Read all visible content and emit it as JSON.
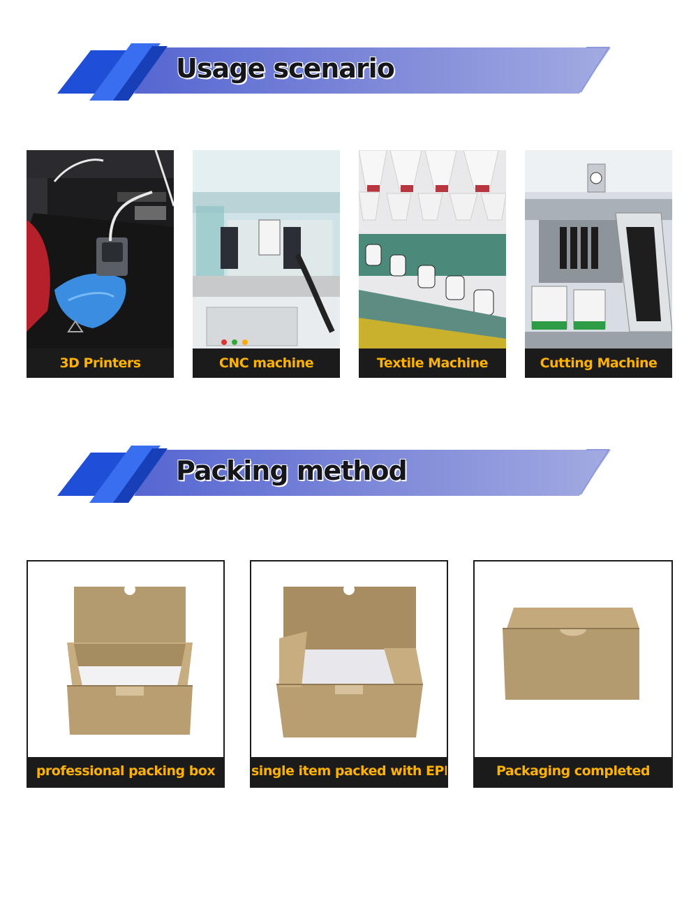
{
  "sections": {
    "usage": {
      "title": "Usage scenario"
    },
    "packing": {
      "title": "Packing method"
    }
  },
  "usage_scenarios": [
    {
      "caption": "3D Printers",
      "icon": "3d-printer-photo"
    },
    {
      "caption": "CNC  machine",
      "icon": "cnc-machine-photo"
    },
    {
      "caption": "Textile Machine",
      "icon": "textile-machine-photo"
    },
    {
      "caption": "Cutting Machine",
      "icon": "cutting-machine-photo"
    }
  ],
  "packing_steps": [
    {
      "caption": "professional packing box",
      "icon": "open-box-photo"
    },
    {
      "caption": "single item packed with EPE",
      "icon": "box-with-epe-photo"
    },
    {
      "caption": "Packaging completed",
      "icon": "closed-box-photo"
    }
  ],
  "colors": {
    "banner_blue": "#1f4fd6",
    "banner_light": "#8f98dc",
    "caption_bg": "#1b1b1b",
    "caption_text": "#ffb300"
  }
}
